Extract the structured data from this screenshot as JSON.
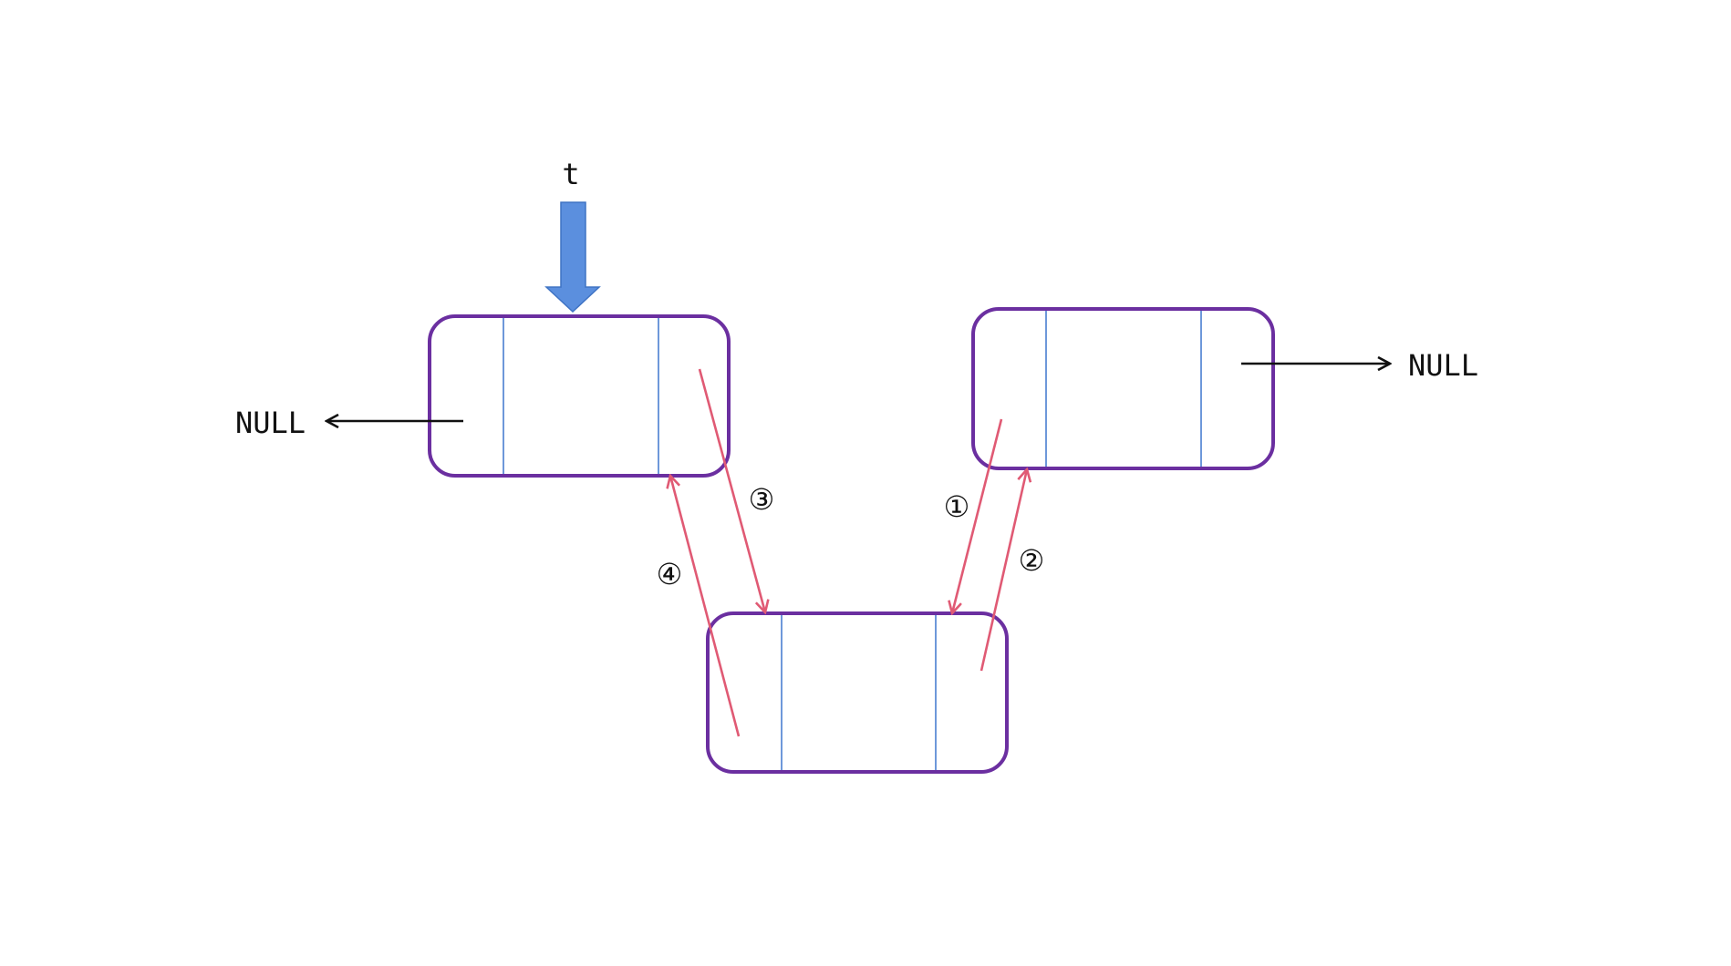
{
  "pointer": {
    "label": "t"
  },
  "null_left": {
    "label": "NULL"
  },
  "null_right": {
    "label": "NULL"
  },
  "steps": {
    "step1": "①",
    "step2": "②",
    "step3": "③",
    "step4": "④"
  },
  "colors": {
    "node_border": "#6b2fa0",
    "node_divider": "#4a7fd0",
    "link_arrow": "#e05a74",
    "pointer_arrow": "#5b8fde",
    "null_arrow": "#111111"
  }
}
